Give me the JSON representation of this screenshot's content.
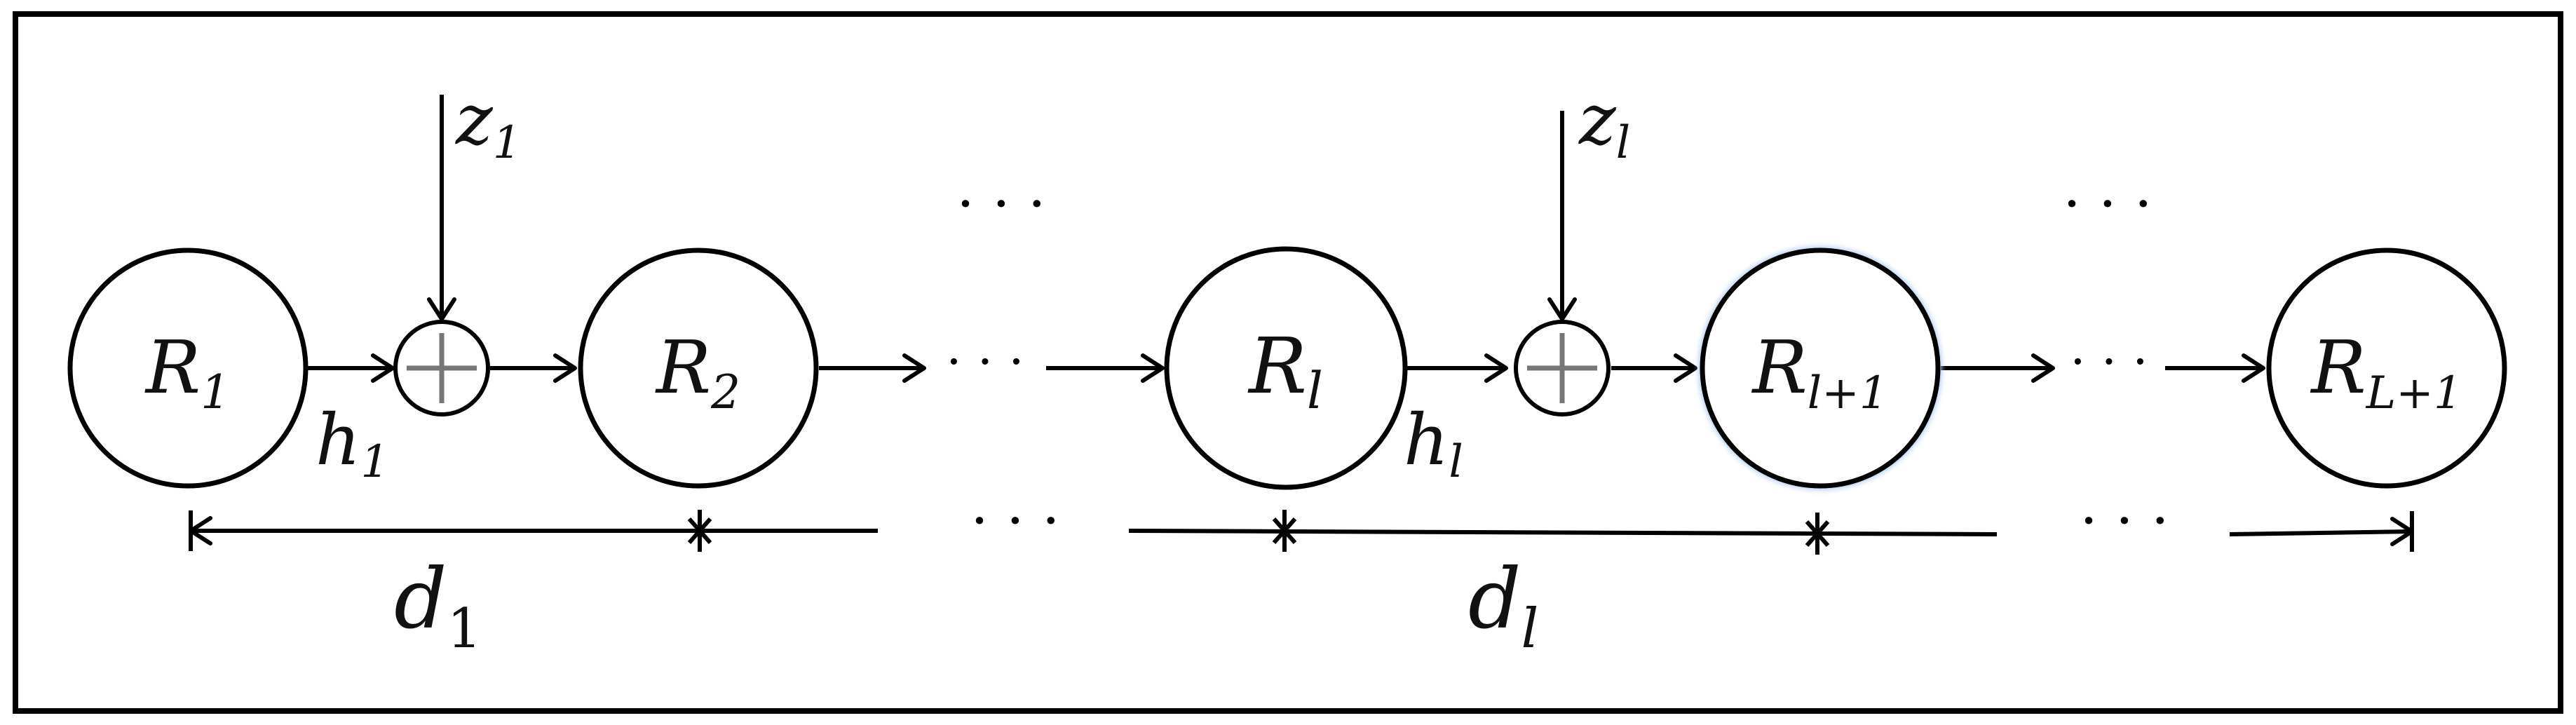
{
  "nodes": [
    {
      "base": "R",
      "sub": "1"
    },
    {
      "base": "R",
      "sub": "2"
    },
    {
      "base": "R",
      "sub": "l"
    },
    {
      "base": "R",
      "sub": "l+1"
    },
    {
      "base": "R",
      "sub": "L+1"
    }
  ],
  "inputs": [
    {
      "base": "z",
      "sub": "1"
    },
    {
      "base": "z",
      "sub": "l"
    }
  ],
  "channels": [
    {
      "base": "h",
      "sub": "1"
    },
    {
      "base": "h",
      "sub": "l"
    }
  ],
  "distances": [
    {
      "base": "d",
      "sub": "1"
    },
    {
      "base": "d",
      "sub": "l"
    }
  ],
  "ellipsis": "· · ·"
}
